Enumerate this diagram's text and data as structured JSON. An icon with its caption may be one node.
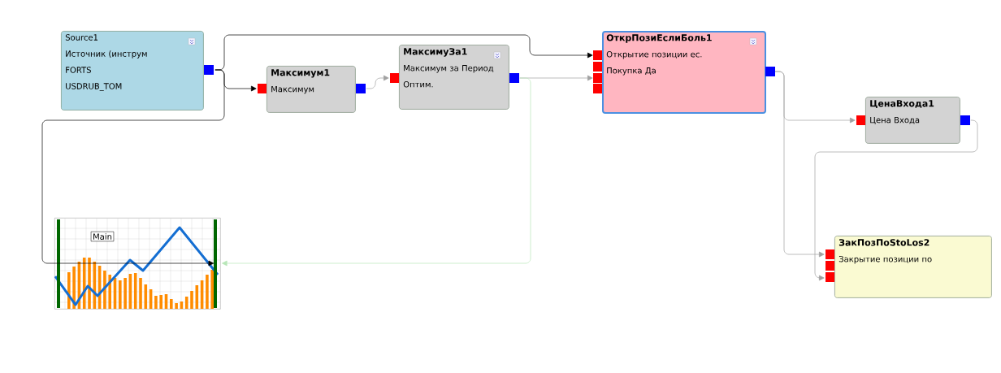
{
  "diagram": {
    "nodes": [
      {
        "text": [
          "Source1",
          "Источник (инструм",
          "FORTS",
          "USDRUB_TOM"
        ]
      },
      {
        "text": [
          "Максимум1",
          "Максимум"
        ]
      },
      {
        "text": [
          "МаксимуЗа1",
          "Максимум за Период Оптим."
        ]
      },
      {
        "text": [
          "ОткрПозиЕслиБоль1",
          "Открытие позиции ес.",
          "Покупка Да"
        ]
      },
      {
        "text": [
          "ЦенаВхода1",
          "Цена Входа"
        ]
      },
      {
        "text": [
          "ЗакПозПоStoLos2",
          "Закрытие позиции по"
        ]
      },
      {
        "text": [
          "Main"
        ]
      }
    ],
    "edges": [
      {
        "from": 0,
        "to": 1,
        "arrow": "to",
        "color": "#000000"
      },
      {
        "from": 0,
        "to": 3,
        "arrow": "to",
        "color": "#000000"
      },
      {
        "from": 0,
        "to": 6,
        "arrow": "to",
        "color": "#000000"
      },
      {
        "from": 1,
        "to": 2,
        "arrow": "to"
      },
      {
        "from": 2,
        "to": 3,
        "arrow": "to"
      },
      {
        "from": 2,
        "to": 6,
        "arrow": "to",
        "color": "#b8e6b8"
      },
      {
        "from": 3,
        "to": 4,
        "arrow": "to"
      },
      {
        "from": 3,
        "to": 5,
        "arrow": "to"
      },
      {
        "from": 4,
        "to": 5,
        "arrow": "to"
      }
    ]
  }
}
